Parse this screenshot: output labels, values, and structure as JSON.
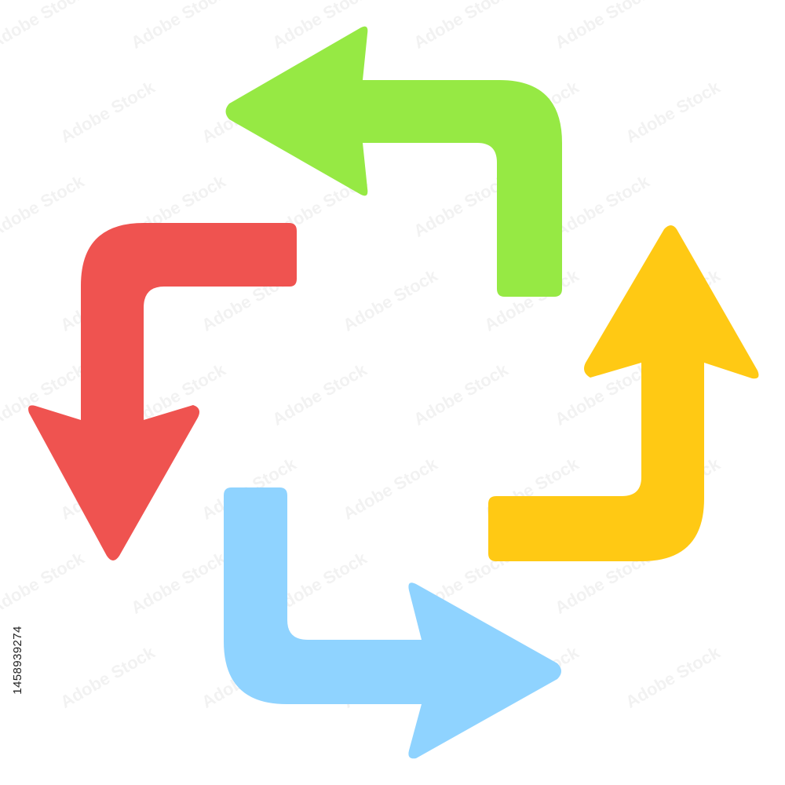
{
  "image_id_text": "1458939274",
  "watermark_text": "Adobe Stock",
  "arrows": [
    {
      "name": "green-left-arrow",
      "color": "#96E944",
      "direction": "left"
    },
    {
      "name": "yellow-up-arrow",
      "color": "#FFC914",
      "direction": "up"
    },
    {
      "name": "blue-right-arrow",
      "color": "#8FD3FF",
      "direction": "right"
    },
    {
      "name": "red-down-arrow",
      "color": "#EF5350",
      "direction": "down"
    }
  ]
}
